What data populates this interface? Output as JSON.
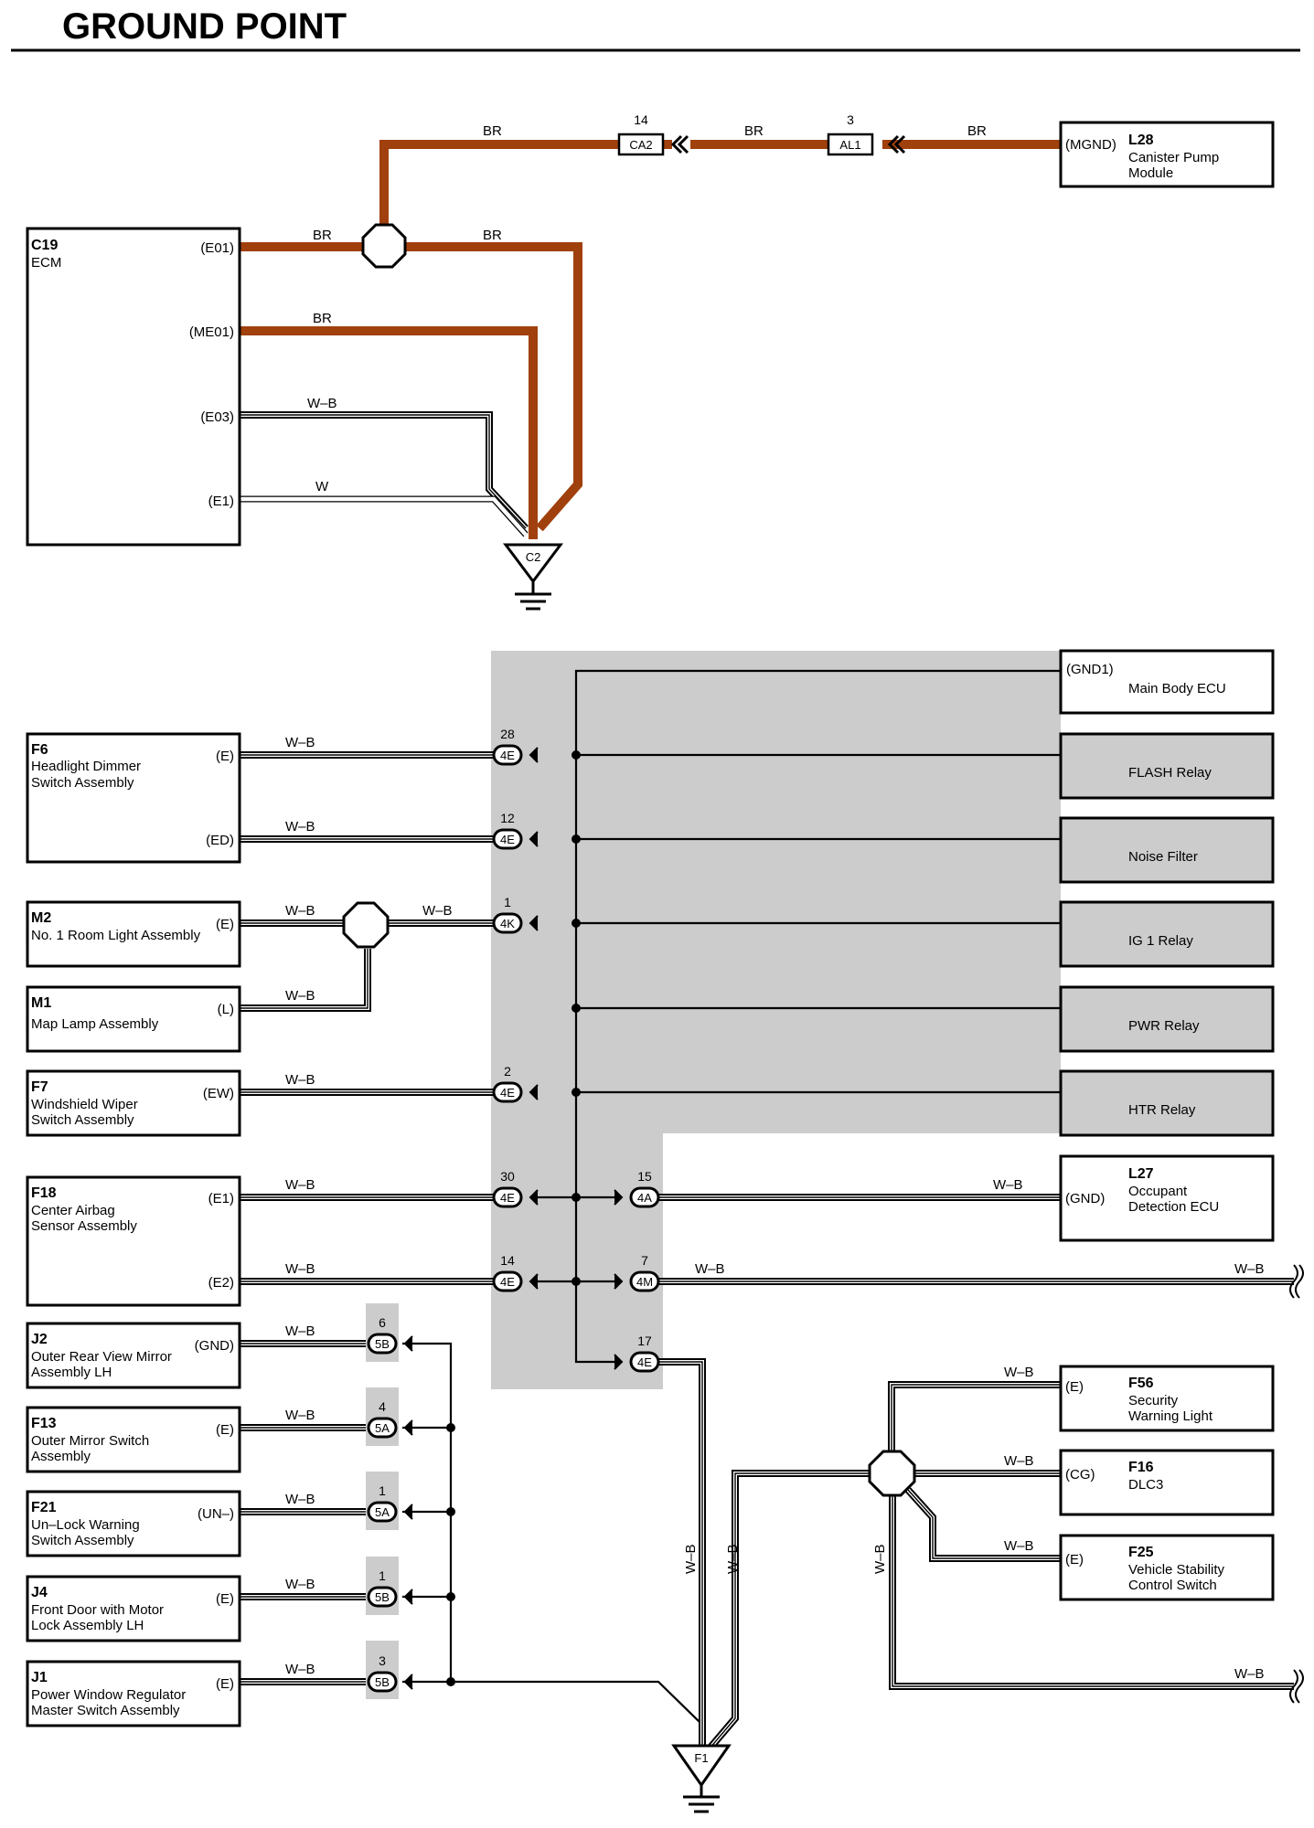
{
  "title": "GROUND POINT",
  "colors": {
    "br": "#a0400c",
    "shade": "#cccccc",
    "line": "#000000"
  },
  "top": {
    "wires": {
      "br": "BR",
      "wb": "W–B",
      "w": "W"
    },
    "connectors": {
      "ca2": {
        "num": "14",
        "name": "CA2"
      },
      "al1": {
        "num": "3",
        "name": "AL1"
      }
    },
    "ground": "C2"
  },
  "components": {
    "c19": {
      "code": "C19",
      "name": "ECM",
      "pins": [
        "(E01)",
        "(ME01)",
        "(E03)",
        "(E1)"
      ]
    },
    "l28": {
      "code": "L28",
      "name1": "Canister Pump",
      "name2": "Module",
      "pin": "(MGND)"
    },
    "main_body": {
      "name": "Main Body ECU",
      "pin": "(GND1)"
    },
    "flash": {
      "name": "FLASH Relay"
    },
    "noise": {
      "name": "Noise Filter"
    },
    "ig1": {
      "name": "IG 1 Relay"
    },
    "pwr": {
      "name": "PWR Relay"
    },
    "htr": {
      "name": "HTR Relay"
    },
    "l27": {
      "code": "L27",
      "name1": "Occupant",
      "name2": "Detection ECU",
      "pin": "(GND)"
    },
    "f6": {
      "code": "F6",
      "name1": "Headlight Dimmer",
      "name2": "Switch Assembly",
      "pin1": "(E)",
      "pin2": "(ED)"
    },
    "m2": {
      "code": "M2",
      "name1": "No. 1 Room Light Assembly",
      "pin": "(E)"
    },
    "m1": {
      "code": "M1",
      "name1": "Map Lamp Assembly",
      "pin": "(L)"
    },
    "f7": {
      "code": "F7",
      "name1": "Windshield Wiper",
      "name2": "Switch Assembly",
      "pin": "(EW)"
    },
    "f18": {
      "code": "F18",
      "name1": "Center Airbag",
      "name2": "Sensor Assembly",
      "pin1": "(E1)",
      "pin2": "(E2)"
    },
    "j2": {
      "code": "J2",
      "name1": "Outer Rear View Mirror",
      "name2": "Assembly LH",
      "pin": "(GND)"
    },
    "f13": {
      "code": "F13",
      "name1": "Outer Mirror Switch",
      "name2": "Assembly",
      "pin": "(E)"
    },
    "f21": {
      "code": "F21",
      "name1": "Un–Lock Warning",
      "name2": "Switch Assembly",
      "pin": "(UN–)"
    },
    "j4": {
      "code": "J4",
      "name1": "Front Door with Motor",
      "name2": "Lock Assembly LH",
      "pin": "(E)"
    },
    "j1": {
      "code": "J1",
      "name1": "Power Window Regulator",
      "name2": "Master Switch Assembly",
      "pin": "(E)"
    },
    "f56": {
      "code": "F56",
      "name1": "Security",
      "name2": "Warning Light",
      "pin": "(E)"
    },
    "f16": {
      "code": "F16",
      "name1": "DLC3",
      "pin": "(CG)"
    },
    "f25": {
      "code": "F25",
      "name1": "Vehicle Stability",
      "name2": "Control Switch",
      "pin": "(E)"
    }
  },
  "junctions": {
    "4e_28": {
      "num": "28",
      "name": "4E"
    },
    "4e_12": {
      "num": "12",
      "name": "4E"
    },
    "4k_1": {
      "num": "1",
      "name": "4K"
    },
    "4e_2": {
      "num": "2",
      "name": "4E"
    },
    "4e_30": {
      "num": "30",
      "name": "4E"
    },
    "4a_15": {
      "num": "15",
      "name": "4A"
    },
    "4e_14": {
      "num": "14",
      "name": "4E"
    },
    "4m_7": {
      "num": "7",
      "name": "4M"
    },
    "4e_17": {
      "num": "17",
      "name": "4E"
    },
    "5b_6": {
      "num": "6",
      "name": "5B"
    },
    "5a_4": {
      "num": "4",
      "name": "5A"
    },
    "5a_1": {
      "num": "1",
      "name": "5A"
    },
    "5b_1": {
      "num": "1",
      "name": "5B"
    },
    "5b_3": {
      "num": "3",
      "name": "5B"
    }
  },
  "wire_wb": "W–B",
  "ground_f1": "F1"
}
